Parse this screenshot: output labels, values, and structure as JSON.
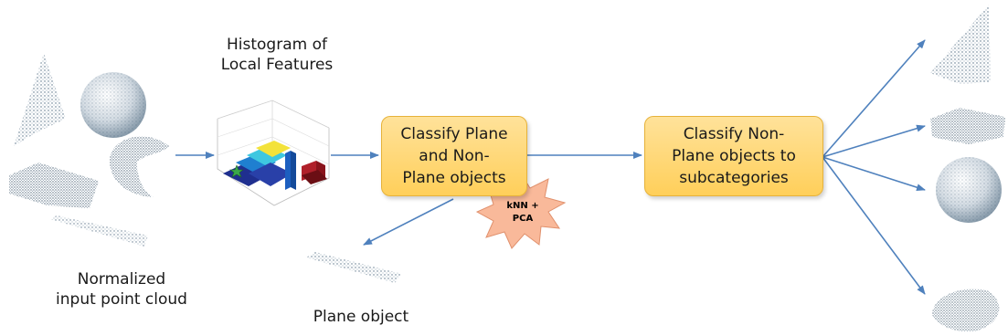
{
  "labels": {
    "histogram_line1": "Histogram of",
    "histogram_line2": "Local Features",
    "input_line1": "Normalized",
    "input_line2": "input point cloud",
    "plane_object": "Plane object"
  },
  "boxes": {
    "classify_plane": [
      "Classify Plane",
      "and Non-",
      "Plane objects"
    ],
    "classify_nonplane": [
      "Classify Non-",
      "Plane objects to",
      "subcategories"
    ]
  },
  "method_badge": [
    "kNN +",
    "PCA"
  ],
  "colors": {
    "box_fill": "#ffd56b",
    "box_border": "#e6b23a",
    "arrow": "#4f81bd",
    "badge_fill": "#f9b99a",
    "point_cloud": "#3d5a73"
  }
}
